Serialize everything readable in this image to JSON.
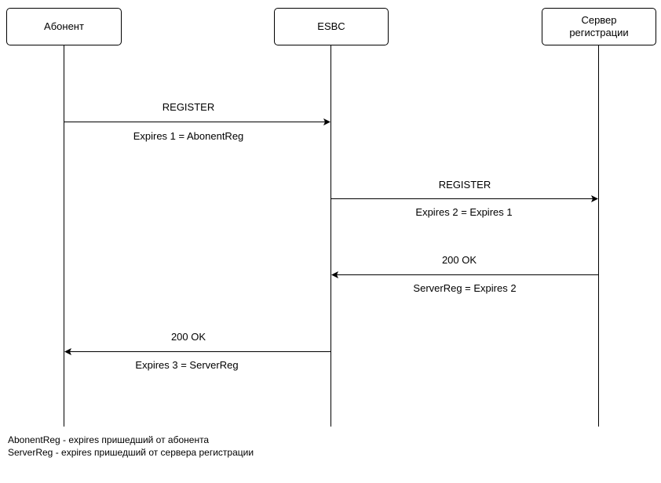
{
  "participants": {
    "abonent": "Абонент",
    "esbc": "ESBC",
    "server": "Сервер\nрегистрации"
  },
  "messages": [
    {
      "label": "REGISTER",
      "sublabel": "Expires 1 = AbonentReg"
    },
    {
      "label": "REGISTER",
      "sublabel": "Expires 2 = Expires 1"
    },
    {
      "label": "200 OK",
      "sublabel": "ServerReg  = Expires 2"
    },
    {
      "label": "200 OK",
      "sublabel": "Expires 3 = ServerReg"
    }
  ],
  "legend": {
    "line1": "AbonentReg - expires пришедший от абонента",
    "line2": "ServerReg - expires пришедший от сервера регистрации"
  }
}
